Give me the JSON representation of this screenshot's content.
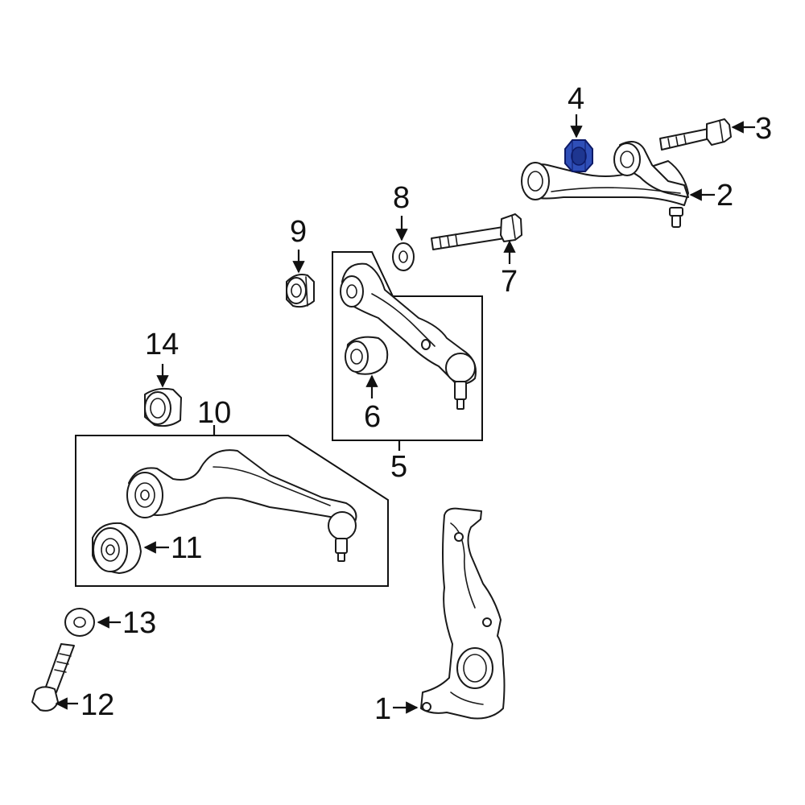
{
  "diagram": {
    "colors": {
      "line": "#111111",
      "highlight_fill": "#2f4fb8",
      "highlight_stroke": "#0d1a66",
      "background": "#ffffff"
    },
    "callouts": {
      "c1": "1",
      "c2": "2",
      "c3": "3",
      "c4": "4",
      "c5": "5",
      "c6": "6",
      "c7": "7",
      "c8": "8",
      "c9": "9",
      "c10": "10",
      "c11": "11",
      "c12": "12",
      "c13": "13",
      "c14": "14"
    },
    "highlighted_part": "4",
    "parts": {
      "p1": "steering-knuckle",
      "p2": "upper-control-arm",
      "p3": "upper-arm-bolt",
      "p4": "upper-arm-nut",
      "p5": "lower-rear-arm-assembly",
      "p6": "lower-rear-arm-bushing",
      "p7": "lower-rear-arm-bolt",
      "p8": "washer",
      "p9": "lower-rear-arm-nut",
      "p10": "lower-front-arm-assembly",
      "p11": "lower-front-arm-bushing",
      "p12": "lower-front-arm-bolt",
      "p13": "lower-front-arm-washer",
      "p14": "lower-front-arm-nut"
    }
  }
}
